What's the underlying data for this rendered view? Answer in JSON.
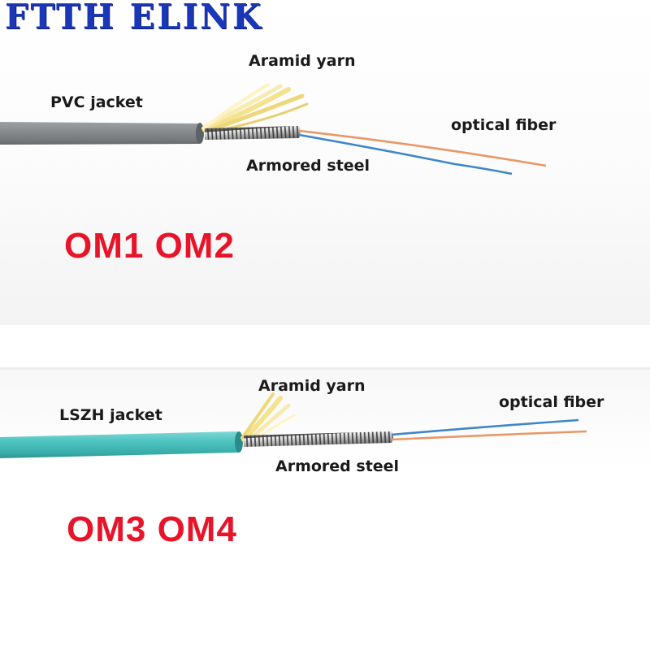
{
  "brand": {
    "text": "FTTH ELINK",
    "color": "#1a37b8"
  },
  "top_cable": {
    "jacket_label": "PVC jacket",
    "aramid_label": "Aramid yarn",
    "fiber_label": "optical fiber",
    "steel_label": "Armored steel",
    "grade_label": "OM1 OM2",
    "jacket_color": "#8a8d90"
  },
  "bottom_cable": {
    "jacket_label": "LSZH jacket",
    "aramid_label": "Aramid yarn",
    "fiber_label": "optical fiber",
    "steel_label": "Armored steel",
    "grade_label": "OM3 OM4",
    "jacket_color": "#49c2bf"
  },
  "colors": {
    "grade_text": "#e8142a",
    "aramid": "#f3e9a0",
    "fiber_orange": "#e89866",
    "fiber_blue": "#3f87c9"
  }
}
